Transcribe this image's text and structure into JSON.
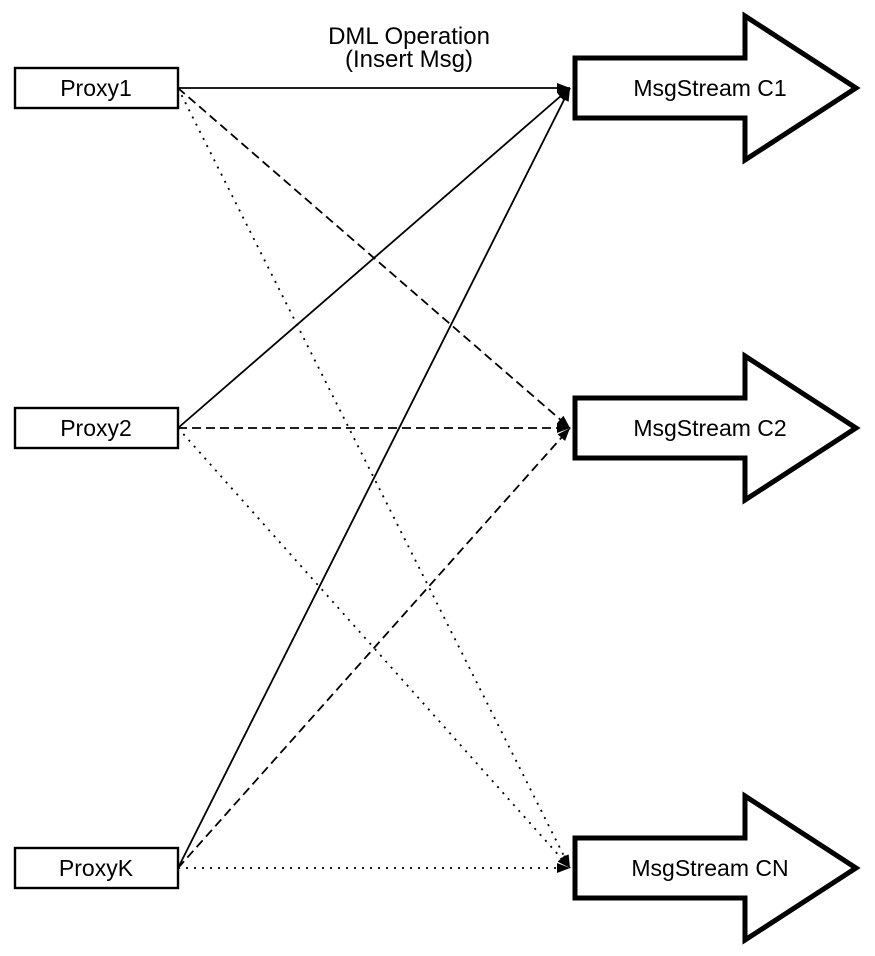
{
  "diagram": {
    "annotation": {
      "line1": "DML Operation",
      "line2": "(Insert Msg)"
    },
    "proxies": [
      {
        "id": "proxy1",
        "label": "Proxy1"
      },
      {
        "id": "proxy2",
        "label": "Proxy2"
      },
      {
        "id": "proxyk",
        "label": "ProxyK"
      }
    ],
    "streams": [
      {
        "id": "c1",
        "label": "MsgStream C1",
        "incoming_line_style": "solid"
      },
      {
        "id": "c2",
        "label": "MsgStream C2",
        "incoming_line_style": "dashed"
      },
      {
        "id": "cn",
        "label": "MsgStream CN",
        "incoming_line_style": "dotted"
      }
    ],
    "connections": [
      {
        "from": "proxy1",
        "to": "c1",
        "style": "solid"
      },
      {
        "from": "proxy2",
        "to": "c1",
        "style": "solid"
      },
      {
        "from": "proxyk",
        "to": "c1",
        "style": "solid"
      },
      {
        "from": "proxy1",
        "to": "c2",
        "style": "dashed"
      },
      {
        "from": "proxy2",
        "to": "c2",
        "style": "dashed"
      },
      {
        "from": "proxyk",
        "to": "c2",
        "style": "dashed"
      },
      {
        "from": "proxy1",
        "to": "cn",
        "style": "dotted"
      },
      {
        "from": "proxy2",
        "to": "cn",
        "style": "dotted"
      },
      {
        "from": "proxyk",
        "to": "cn",
        "style": "dotted"
      }
    ],
    "colors": {
      "stroke": "#000000",
      "fill": "#ffffff",
      "background": "#ffffff"
    }
  }
}
